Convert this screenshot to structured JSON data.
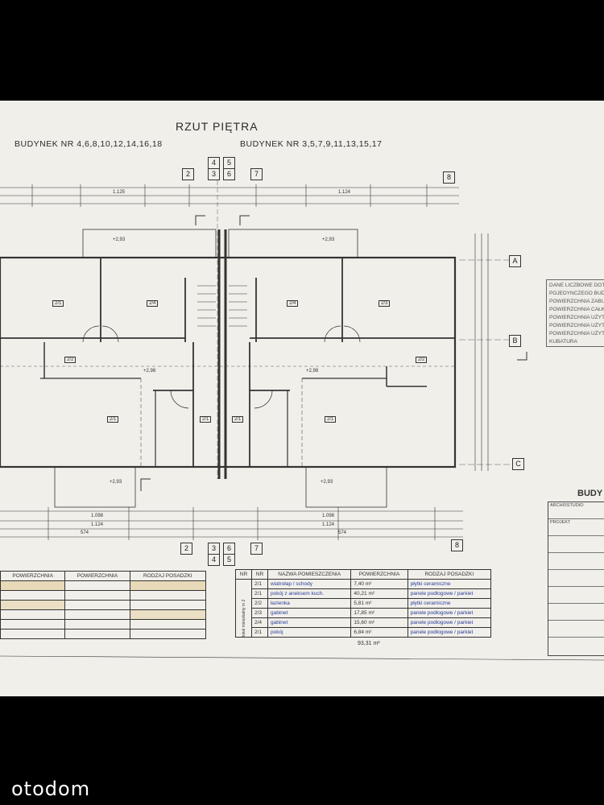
{
  "title": "RZUT PIĘTRA",
  "subtitle_left": "BUDYNEK NR 4,6,8,10,12,14,16,18",
  "subtitle_right": "BUDYNEK NR 3,5,7,9,11,13,15,17",
  "axes_top_row1": [
    "4",
    "5"
  ],
  "axes_top_row2": [
    "2",
    "3",
    "6",
    "7",
    "8"
  ],
  "axes_bottom_row1": [
    "2",
    "3",
    "6",
    "7",
    "8"
  ],
  "axes_bottom_row2": [
    "4",
    "5"
  ],
  "axes_side": [
    "A",
    "B",
    "C"
  ],
  "dim_labels": [
    "1.124",
    "1.125",
    "1.098",
    "1.098",
    "1.124",
    "1.124",
    "574",
    "574"
  ],
  "level_labels": [
    "+2,93",
    "+2,93",
    "+2,98",
    "+2,98",
    "+2,93",
    "+2,93"
  ],
  "room_tags": [
    "2/1",
    "2/4",
    "2/4",
    "2/3",
    "2/2",
    "2/2",
    "2/1",
    "2/1",
    "2/1",
    "2/1"
  ],
  "data_panel": {
    "lines": [
      "DANE LICZBOWE DOTY",
      "POJEDYNCZEGO BUDY",
      "POWIERZCHNIA ZABU",
      "POWIERZCHNIA CAŁK",
      "POWIERZCHNIA UŻYT",
      "POWIERZCHNIA UŻYT",
      "POWIERZCHNIA UŻYT",
      "KUBATURA"
    ]
  },
  "title_block": {
    "heading": "BUDY",
    "rows": [
      "ARCHISSTUDIO",
      "PROJEKT"
    ]
  },
  "legend_left": {
    "headers": [
      "POWIERZCHNIA",
      "POWIERZCHNIA",
      "RODZAJ POSADZKI"
    ],
    "rows": 6
  },
  "legend_right": {
    "headers": [
      "NR",
      "NR",
      "NAZWA POMIESZCZENIA",
      "POWIERZCHNIA",
      "RODZAJ POSADZKI"
    ],
    "side_label": "lokal mieszkalny nr 2",
    "rows": [
      {
        "nr": "2/1",
        "name": "wiatrołap / schody",
        "area": "7,40 m²",
        "floor": "płytki ceramiczne"
      },
      {
        "nr": "2/1",
        "name": "pokój z aneksem kuch.",
        "area": "40,21 m²",
        "floor": "panele podłogowe / parkiet"
      },
      {
        "nr": "2/2",
        "name": "łazienka",
        "area": "5,81 m²",
        "floor": "płytki ceramiczne"
      },
      {
        "nr": "2/3",
        "name": "gabinet",
        "area": "17,85 m²",
        "floor": "panele podłogowe / parkiet"
      },
      {
        "nr": "2/4",
        "name": "gabinet",
        "area": "15,60 m²",
        "floor": "panele podłogowe / parkiet"
      },
      {
        "nr": "2/1",
        "name": "pokój",
        "area": "6,84 m²",
        "floor": "panele podłogowe / parkiet"
      }
    ]
  },
  "handnote": "93,31 m²",
  "watermark": "otodom",
  "colors": {
    "paper": "#f1efea",
    "ink": "#333333",
    "blue_ink": "#2a3f9c",
    "frame": "#000000"
  }
}
